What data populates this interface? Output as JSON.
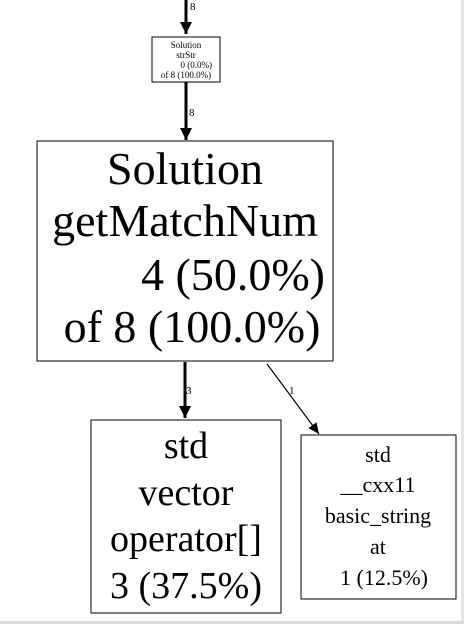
{
  "graph": {
    "nodes": [
      {
        "id": "node-strstr",
        "lines": [
          "Solution",
          "strStr",
          "0 (0.0%)",
          "of 8 (100.0%)"
        ]
      },
      {
        "id": "node-getmatchnum",
        "lines": [
          "Solution",
          "getMatchNum",
          "4 (50.0%)",
          "of 8 (100.0%)"
        ]
      },
      {
        "id": "node-vector-operator",
        "lines": [
          "std",
          "vector",
          "operator[]",
          "3 (37.5%)"
        ]
      },
      {
        "id": "node-basic-string-at",
        "lines": [
          "std",
          "__cxx11",
          "basic_string",
          "at",
          "1 (12.5%)"
        ]
      }
    ],
    "edges": [
      {
        "id": "edge-into-strstr",
        "from": "",
        "to": "node-strstr",
        "label": "8"
      },
      {
        "id": "edge-strstr-getmatchnum",
        "from": "node-strstr",
        "to": "node-getmatchnum",
        "label": "8"
      },
      {
        "id": "edge-getmatchnum-vector",
        "from": "node-getmatchnum",
        "to": "node-vector-operator",
        "label": "3"
      },
      {
        "id": "edge-getmatchnum-string",
        "from": "node-getmatchnum",
        "to": "node-basic-string-at",
        "label": "1"
      }
    ]
  }
}
